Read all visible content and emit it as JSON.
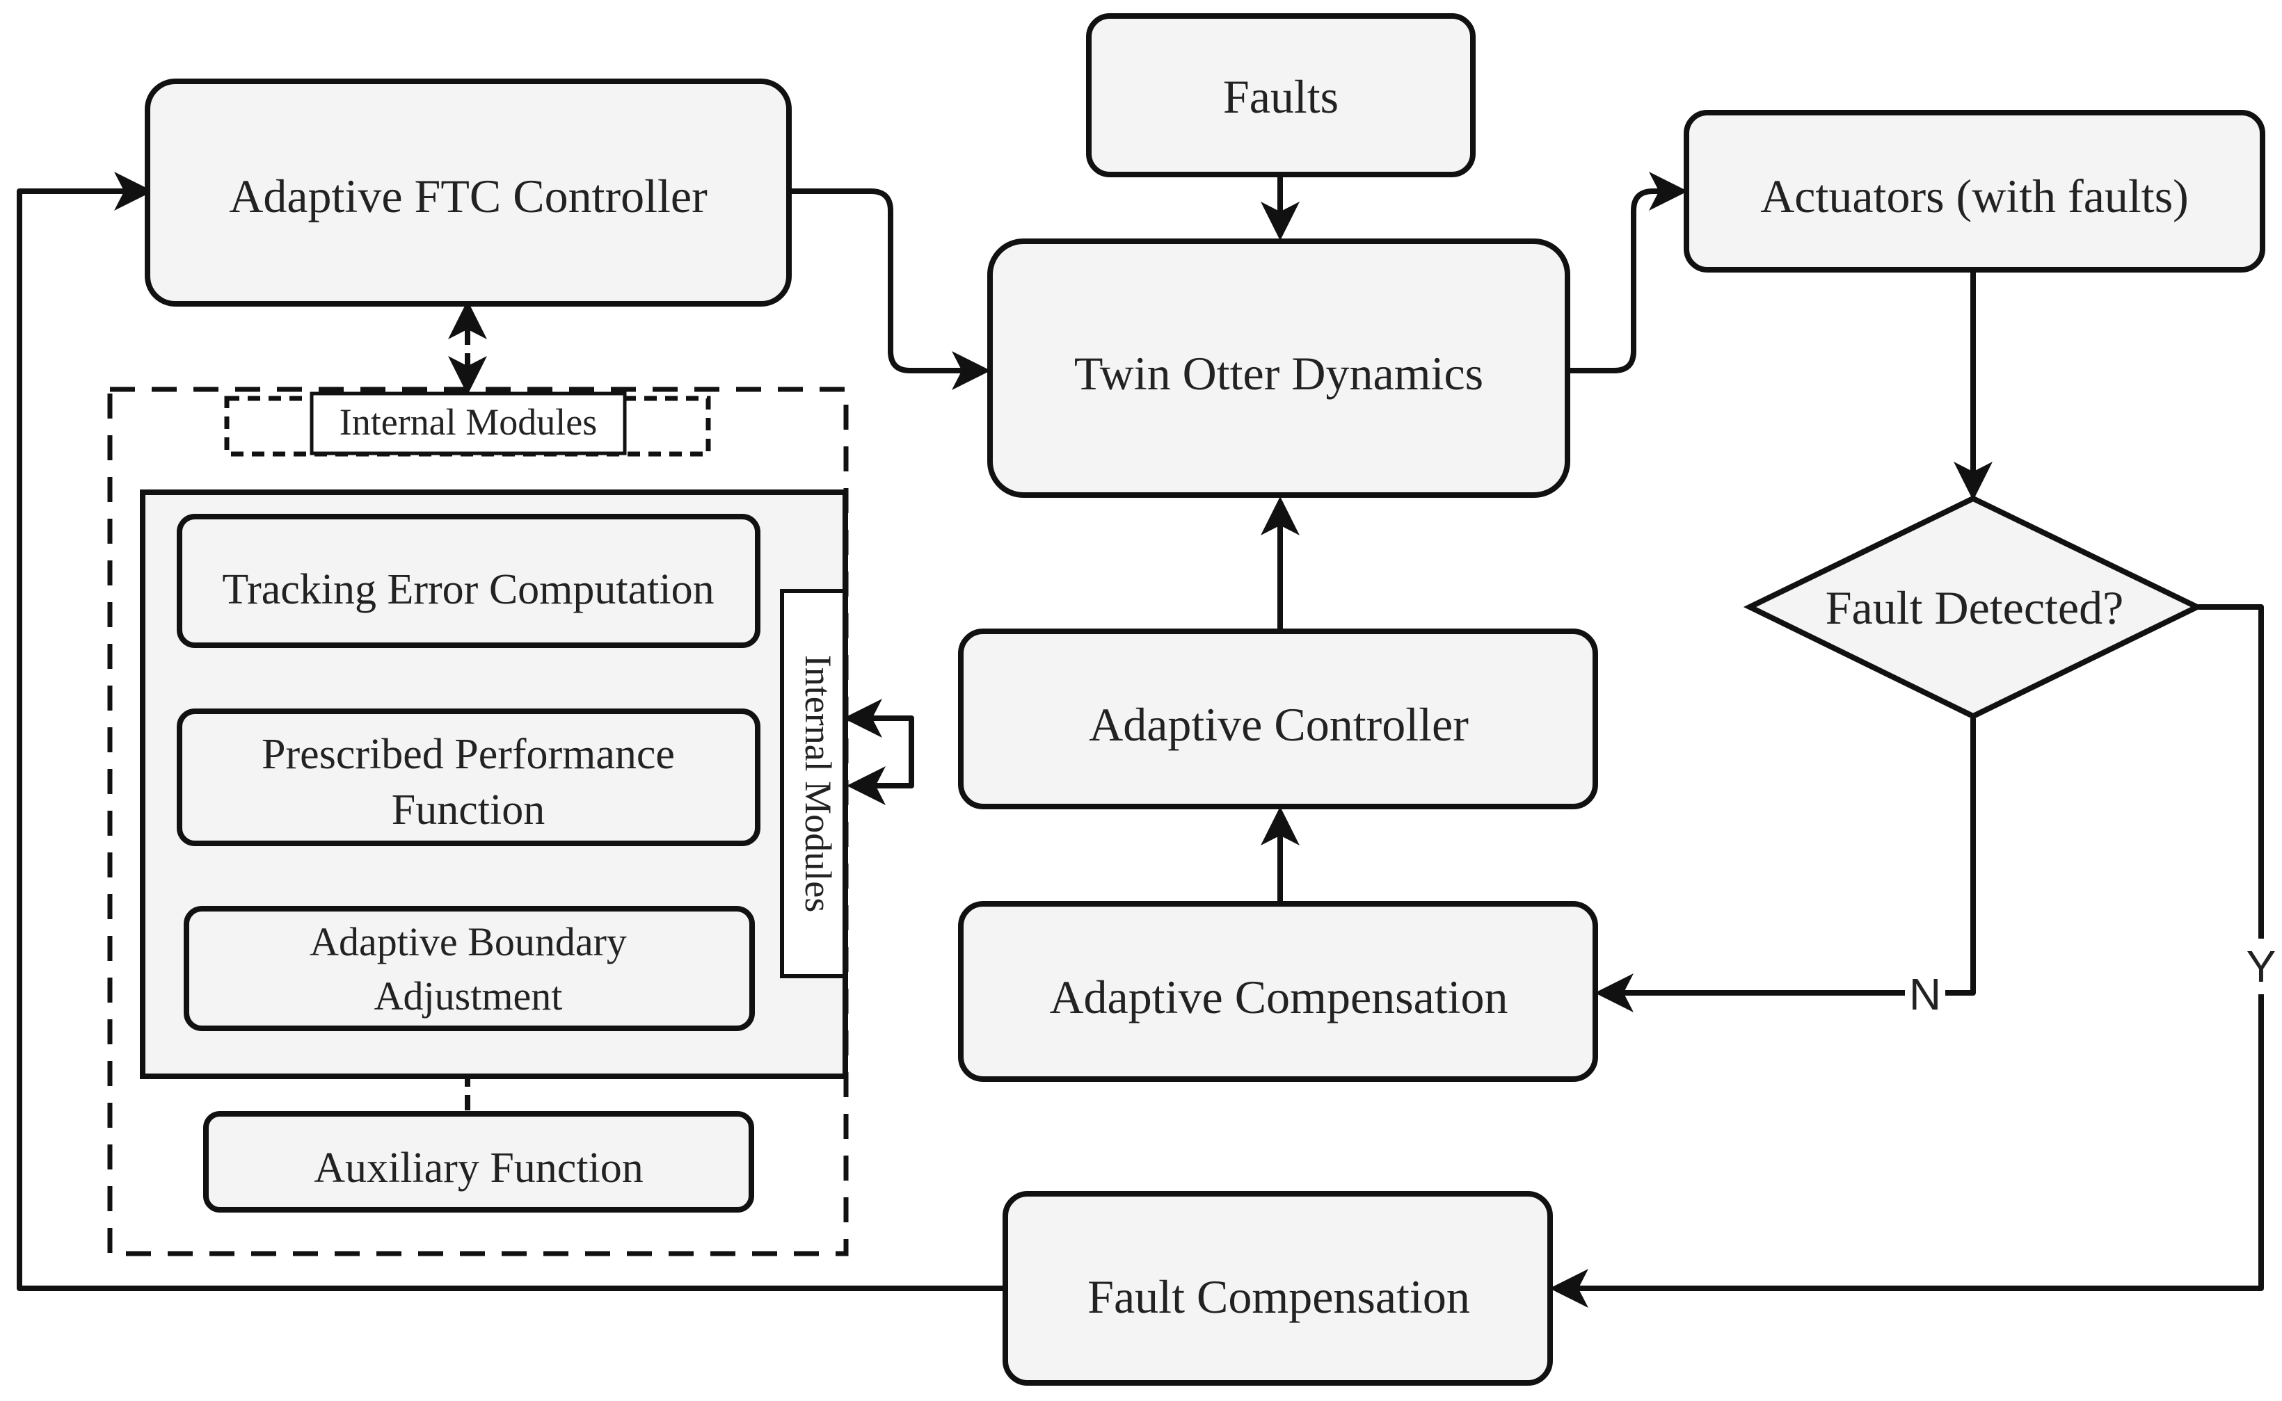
{
  "nodes": {
    "adaptive_ftc_controller": "Adaptive FTC Controller",
    "faults": "Faults",
    "twin_otter_dynamics": "Twin Otter Dynamics",
    "actuators": "Actuators (with faults)",
    "fault_detected": "Fault Detected?",
    "internal_modules_top": "Internal Modules",
    "internal_modules_side": "Internal Modules",
    "tracking_error": "Tracking Error Computation",
    "prescribed_performance_line1": "Prescribed Performance",
    "prescribed_performance_line2": "Function",
    "adaptive_boundary_line1": "Adaptive Boundary",
    "adaptive_boundary_line2": "Adjustment",
    "auxiliary_function": "Auxiliary Function",
    "adaptive_controller": "Adaptive Controller",
    "adaptive_compensation": "Adaptive Compensation",
    "fault_compensation": "Fault Compensation"
  },
  "edge_labels": {
    "no": "N",
    "yes": "Y"
  }
}
